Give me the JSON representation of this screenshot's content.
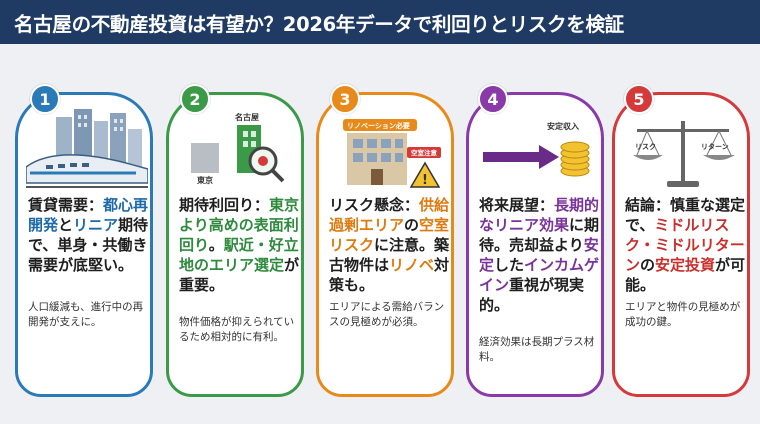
{
  "title": "名古屋の不動産投資は有望か？2026年データで利回りとリスクを検証",
  "cards": [
    {
      "number": "1",
      "accent": "#2a7ab8",
      "heading_parts": [
        "賃貸需要：",
        "都心再開発",
        "と",
        "リニア",
        "期待で、単身・共働き需要が底堅い。"
      ],
      "body": "人口緩減も、進行中の再開発が支えに。"
    },
    {
      "number": "2",
      "accent": "#3a9a48",
      "illus_labels": {
        "tokyo": "東京",
        "nagoya": "名古屋"
      },
      "heading_parts": [
        "期待利回り：",
        "東京より高めの表面利回り",
        "。",
        "駅近・好立地のエリア選定",
        "が重要。"
      ],
      "body": "物件価格が抑えられているため相対的に有利。"
    },
    {
      "number": "3",
      "accent": "#e88a1a",
      "illus_labels": {
        "renovation": "リノベーション必要",
        "vacancy": "空室注意"
      },
      "heading_parts": [
        "リスク懸念：",
        "供給過剰エリア",
        "の",
        "空室リスク",
        "に注意。築古物件は",
        "リノベ",
        "対策も。"
      ],
      "body": "エリアによる需給バランスの見極めが必須。"
    },
    {
      "number": "4",
      "accent": "#8a3aa8",
      "illus_labels": {
        "income": "安定収入"
      },
      "heading_parts": [
        "将来展望：",
        "長期的なリニア効果",
        "に期待。売却益より",
        "安定",
        "した",
        "インカムゲイン",
        "重視が現実的。"
      ],
      "body": "経済効果は長期プラス材料。"
    },
    {
      "number": "5",
      "accent": "#d43a3a",
      "illus_labels": {
        "risk": "リスク",
        "return": "リターン"
      },
      "heading_parts": [
        "結論：慎重な選定で、",
        "ミドルリスク・ミドルリターン",
        "の",
        "安定投資",
        "が可能。"
      ],
      "body": "エリアと物件の見極めが成功の鍵。"
    }
  ]
}
